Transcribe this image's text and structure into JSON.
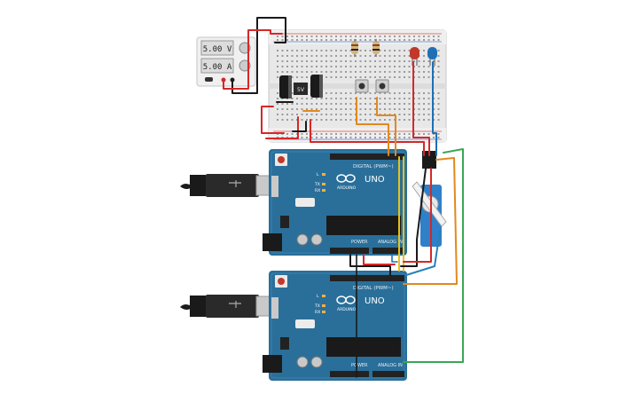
{
  "power_supply": {
    "voltage_display": "5.00 V",
    "current_display": "5.00 A"
  },
  "voltage_regulator": {
    "label": "5V"
  },
  "arduino_top": {
    "brand": "ARDUINO",
    "model": "UNO",
    "digital_header": "DIGITAL (PWM~)",
    "power_header": "POWER",
    "analog_header": "ANALOG IN",
    "tx_label": "TX",
    "rx_label": "RX",
    "l_label": "L"
  },
  "arduino_bottom": {
    "brand": "ARDUINO",
    "model": "UNO",
    "digital_header": "DIGITAL (PWM~)",
    "power_header": "POWER",
    "analog_header": "ANALOG IN",
    "tx_label": "TX",
    "rx_label": "RX",
    "l_label": "L"
  },
  "colors": {
    "arduino_board": "#2a6f9a",
    "arduino_dark": "#1d5a80",
    "breadboard": "#e8e8e8",
    "wire_red": "#d62828",
    "wire_black": "#1a1a1a",
    "wire_orange": "#e08a1e",
    "wire_green": "#3aa655",
    "wire_blue": "#2980b9",
    "wire_yellow": "#e5c21a",
    "led_red": "#c0392b",
    "led_blue": "#1f6fb5",
    "servo": "#2f80c9"
  }
}
